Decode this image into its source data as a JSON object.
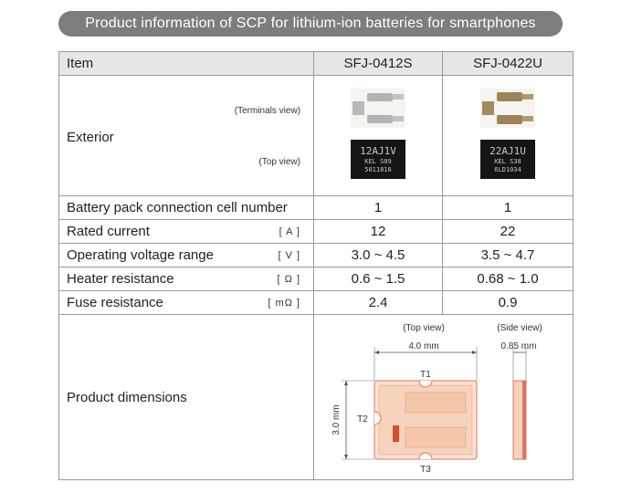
{
  "title": "Product information of SCP for lithium-ion batteries for smartphones",
  "table": {
    "header": {
      "item": "Item",
      "model1": "SFJ-0412S",
      "model2": "SFJ-0422U"
    },
    "exterior": {
      "label": "Exterior",
      "terminals_view": "(Terminals view)",
      "top_view": "(Top view)"
    },
    "rows": [
      {
        "label": "Battery pack connection cell number",
        "unit": "",
        "v1": "1",
        "v2": "1"
      },
      {
        "label": "Rated current",
        "unit": "[ A ]",
        "v1": "12",
        "v2": "22"
      },
      {
        "label": "Operating voltage range",
        "unit": "[ V ]",
        "v1": "3.0 ~ 4.5",
        "v2": "3.5 ~ 4.7"
      },
      {
        "label": "Heater resistance",
        "unit": "[ Ω ]",
        "v1": "0.6 ~ 1.5",
        "v2": "0.68 ~ 1.0"
      },
      {
        "label": "Fuse resistance",
        "unit": "[ mΩ ]",
        "v1": "2.4",
        "v2": "0.9"
      }
    ],
    "dimensions": {
      "label": "Product dimensions",
      "top_view": "(Top view)",
      "side_view": "(Side view)",
      "width": "4.0 mm",
      "height": "3.0 mm",
      "thickness": "0.85 mm",
      "t1": "T1",
      "t2": "T2",
      "t3": "T3"
    }
  },
  "chip_marks": {
    "m1_line1": "12AJ1V",
    "m1_line2": "KEL S09",
    "m1_line3": "5011816",
    "m2_line1": "22AJ1U",
    "m2_line2": "KEL S38",
    "m2_line3": "6LD1034"
  },
  "colors": {
    "header_bg": "#e6e6e6",
    "title_bg": "#7d7d7d",
    "diagram_fill": "#fbe3d3",
    "diagram_stroke": "#e0735a",
    "diagram_inner": "#f3c8a8",
    "terminal_red": "#d4502e"
  }
}
